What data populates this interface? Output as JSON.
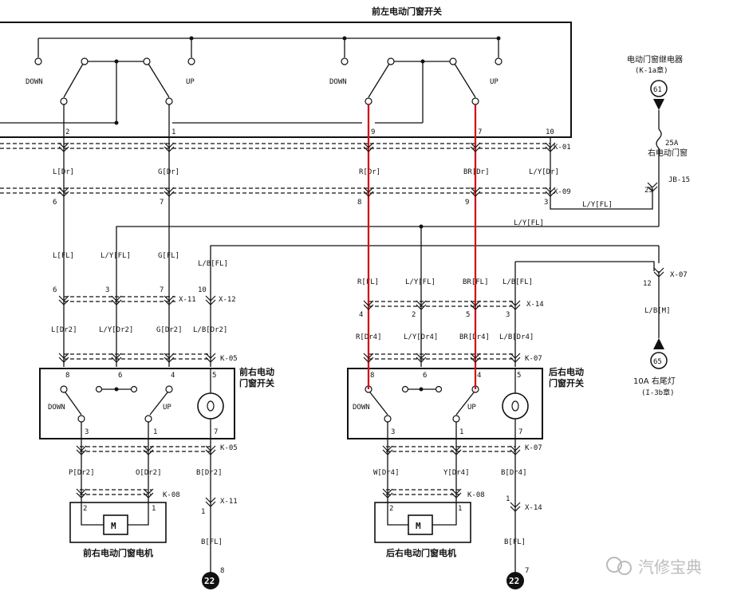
{
  "switches": {
    "front_left": "前左电动门窗开关",
    "front_right": "前右电动\n门窗开关",
    "rear_right": "后右电动\n门窗开关"
  },
  "motors": {
    "front_right": "前右电动门窗电机",
    "rear_right": "后右电动门窗电机",
    "symbol": "M"
  },
  "relay": {
    "name": "电动门窗继电器",
    "code": "(K-1a章)",
    "ref": "61"
  },
  "fuse": {
    "rating": "25A",
    "name": "右电动门窗"
  },
  "taillight": {
    "ref": "65",
    "label": "10A 右尾灯",
    "code": "(I-3b章)"
  },
  "grounds": [
    {
      "ref": "22",
      "pin": "8"
    },
    {
      "ref": "22",
      "pin": "7"
    }
  ],
  "switch_labels": {
    "down": "DOWN",
    "up": "UP"
  },
  "connectors": [
    "K-01",
    "X-09",
    "JB-15",
    "X-11",
    "X-12",
    "X-14",
    "X-07",
    "K-05",
    "K-07",
    "K-08"
  ],
  "wires": {
    "dr": [
      "L[Dr]",
      "G[Dr]",
      "R[Dr]",
      "BR[Dr]",
      "L/Y[Dr]"
    ],
    "fl": [
      "L[FL]",
      "L/Y[FL]",
      "G[FL]",
      "L/B[FL]",
      "R[FL]",
      "BR[FL]",
      "B[FL]"
    ],
    "dr2": [
      "L[Dr2]",
      "L/Y[Dr2]",
      "G[Dr2]",
      "L/B[Dr2]",
      "P[Dr2]",
      "O[Dr2]",
      "B[Dr2]"
    ],
    "dr4": [
      "R[Dr4]",
      "L/Y[Dr4]",
      "BR[Dr4]",
      "L/B[Dr4]",
      "W[Dr4]",
      "Y[Dr4]",
      "B[Dr4]"
    ],
    "misc": [
      "L/B[M]"
    ]
  },
  "pins": [
    "1",
    "2",
    "3",
    "4",
    "5",
    "6",
    "7",
    "8",
    "9",
    "10",
    "12",
    "25"
  ],
  "watermark": "汽修宝典"
}
